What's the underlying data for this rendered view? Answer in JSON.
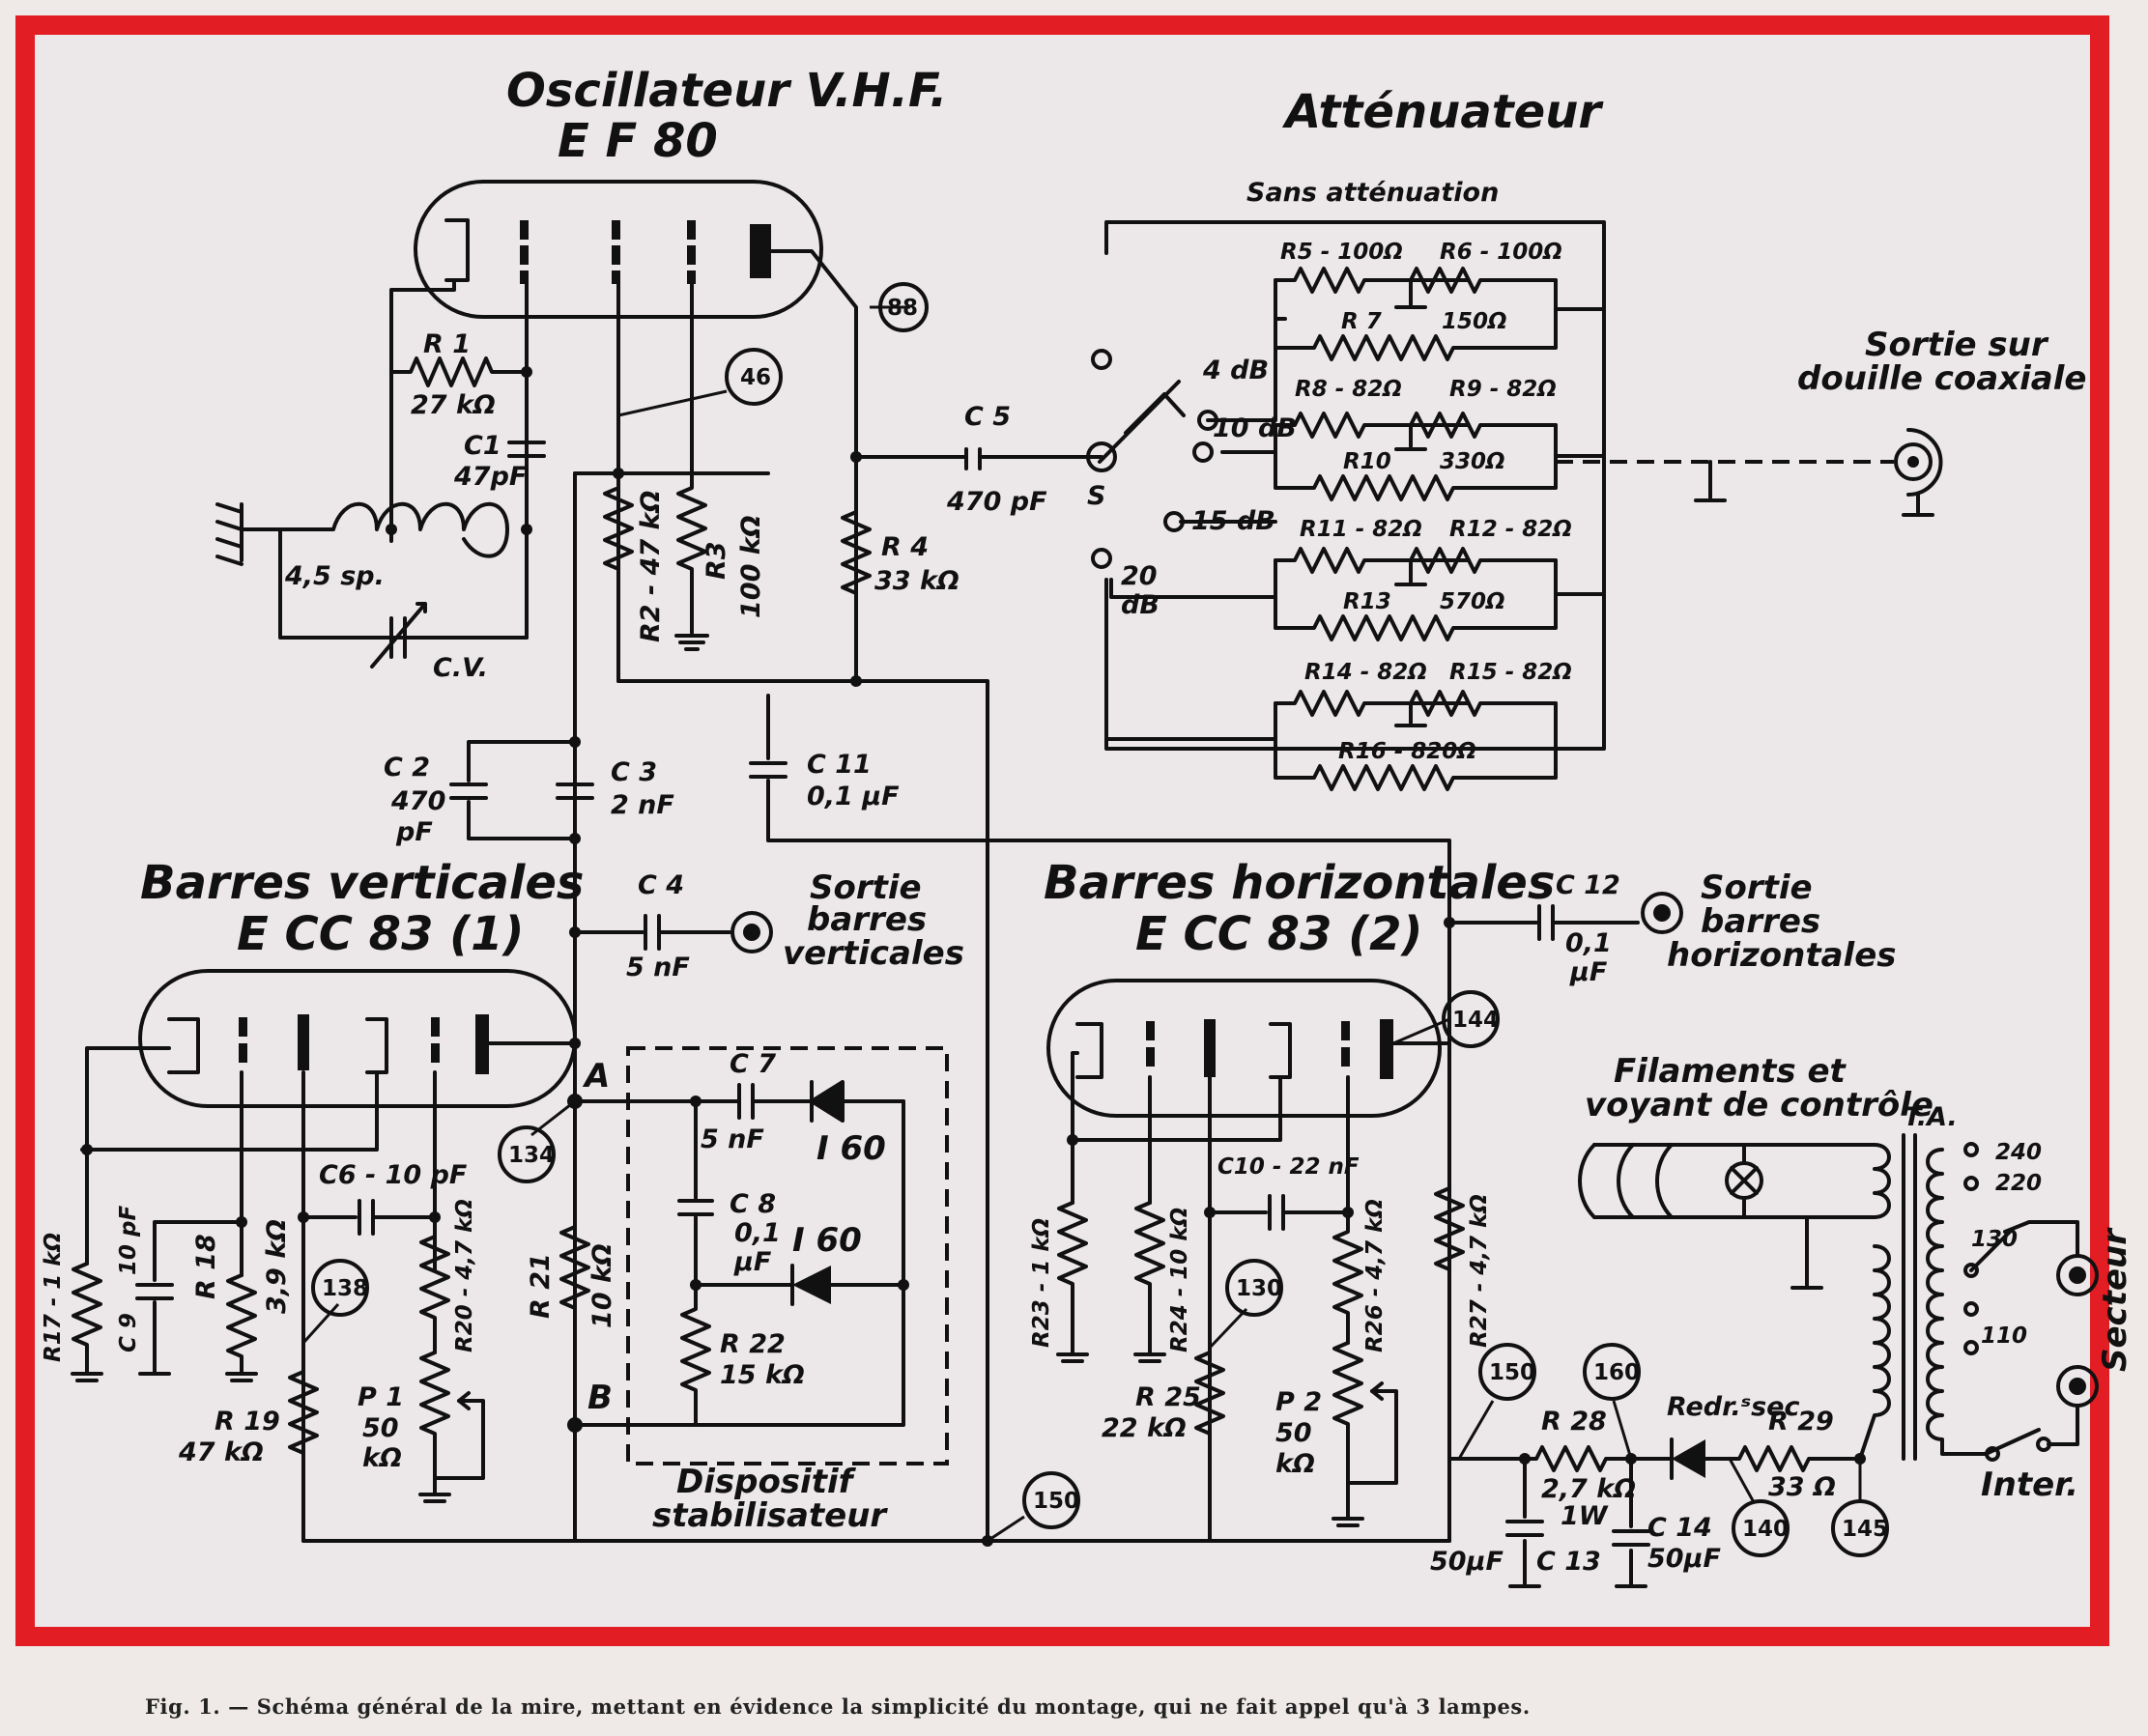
{
  "frame_color": "#e21d24",
  "caption": "Fig. 1. — Schéma général de la mire, mettant en évidence la simplicité du montage, qui ne fait appel qu'à 3 lampes.",
  "titles": {
    "osc1": "Oscillateur V.H.F.",
    "osc2": "E F 80",
    "att": "Atténuateur",
    "sans": "Sans atténuation",
    "sortie_coax1": "Sortie sur",
    "sortie_coax2": "douille coaxiale",
    "bv1": "Barres verticales",
    "bv2": "E CC 83 (1)",
    "bh1": "Barres horizontales",
    "bh2": "E CC 83 (2)",
    "sv1": "Sortie",
    "sv2": "barres",
    "sv3": "verticales",
    "sh1": "Sortie",
    "sh2": "barres",
    "sh3": "horizontales",
    "fil1": "Filaments et",
    "fil2": "voyant de contrôle",
    "disp1": "Dispositif",
    "disp2": "stabilisateur",
    "ta": "T.A.",
    "secteur": "Secteur",
    "inter": "Inter.",
    "redr": "Redr.ˢsec"
  },
  "labels": {
    "r1": "R 1",
    "r1v": "27 kΩ",
    "c1": "C1",
    "c1v": "47pF",
    "sp": "4,5 sp.",
    "cv": "C.V.",
    "r2": "R2 - 47 kΩ",
    "r3": "R3",
    "r3v": "100 kΩ",
    "r4": "R 4",
    "r4v": "33 kΩ",
    "c5": "C 5",
    "c5v": "470 pF",
    "s": "S",
    "c2": "C 2",
    "c2v": "470",
    "c2u": "pF",
    "c3": "C 3",
    "c3v": "2 nF",
    "c11": "C 11",
    "c11v": "0,1 µF",
    "c4": "C 4",
    "c4v": "5 nF",
    "r5": "R5 - 100Ω",
    "r6": "R6 - 100Ω",
    "r7": "R 7",
    "r7v": "150Ω",
    "r8": "R8 - 82Ω",
    "r9": "R9 - 82Ω",
    "r10": "R10",
    "r10v": "330Ω",
    "r11": "R11 - 82Ω",
    "r12": "R12 - 82Ω",
    "r13": "R13",
    "r13v": "570Ω",
    "r14": "R14 - 82Ω",
    "r15": "R15 - 82Ω",
    "r16": "R16 - 820Ω",
    "db4": "4 dB",
    "db10": "10 dB",
    "db15": "15 dB",
    "db20a": "20",
    "db20b": "dB",
    "c12": "C 12",
    "c12v": "0,1",
    "c12u": "µF",
    "c6": "C6 - 10 pF",
    "c7": "C 7",
    "c7v": "5 nF",
    "i60a": "I 60",
    "i60b": "I 60",
    "c8": "C 8",
    "c8v": "0,1",
    "c8u": "µF",
    "r22": "R 22",
    "r22v": "15 kΩ",
    "r21": "R 21",
    "r21v": "10 kΩ",
    "a": "A",
    "b": "B",
    "r17": "R17 - 1 kΩ",
    "c9": "C 9",
    "c9v": "10 pF",
    "r18": "R 18",
    "r18v": "3,9 kΩ",
    "r19": "R 19",
    "r19v": "47 kΩ",
    "r20": "R20 - 4,7 kΩ",
    "p1": "P 1",
    "p1v": "50",
    "p1u": "kΩ",
    "r23": "R23 - 1 kΩ",
    "r24": "R24 - 10 kΩ",
    "r25": "R 25",
    "r25v": "22 kΩ",
    "c10": "C10 - 22 nF",
    "r26": "R26 - 4,7 kΩ",
    "p2": "P 2",
    "p2v": "50",
    "p2u": "kΩ",
    "r27": "R27 - 4,7 kΩ",
    "r28": "R 28",
    "r28v": "2,7 kΩ",
    "r28w": "1W",
    "r29": "R 29",
    "r29v": "33 Ω",
    "c13": "C 13",
    "c13v": "50µF",
    "c14": "C 14",
    "c14v": "50µF",
    "v240": "240",
    "v220": "220",
    "v130": "130",
    "v110": "110"
  },
  "nodes": [
    "88",
    "46",
    "134",
    "138",
    "130",
    "144",
    "150",
    "150",
    "160",
    "140",
    "145"
  ]
}
